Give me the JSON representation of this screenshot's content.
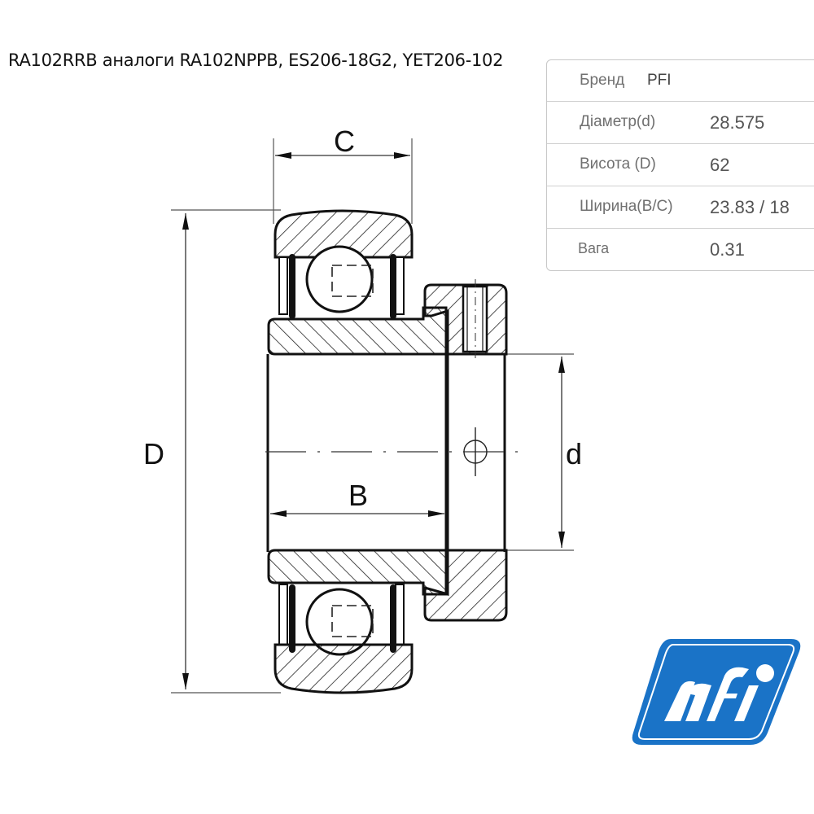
{
  "title": "RA102RRB аналоги RA102NPPB, ES206-18G2, YET206-102",
  "specs": {
    "brand": {
      "label": "Бренд",
      "value": "PFI"
    },
    "rows": [
      {
        "label": "Діаметр(d)",
        "value": "28.575"
      },
      {
        "label": "Висота (D)",
        "value": "62"
      },
      {
        "label": "Ширина(B/C)",
        "value": "23.83 / 18"
      },
      {
        "label": "Вага",
        "value": "0.31"
      }
    ]
  },
  "drawing": {
    "dimension_labels": {
      "C": "C",
      "D": "D",
      "B": "B",
      "d": "d"
    },
    "line_color": "#111111",
    "hatch_color": "#222222"
  },
  "logo": {
    "brand": "pfi",
    "color": "#1a73c7"
  }
}
